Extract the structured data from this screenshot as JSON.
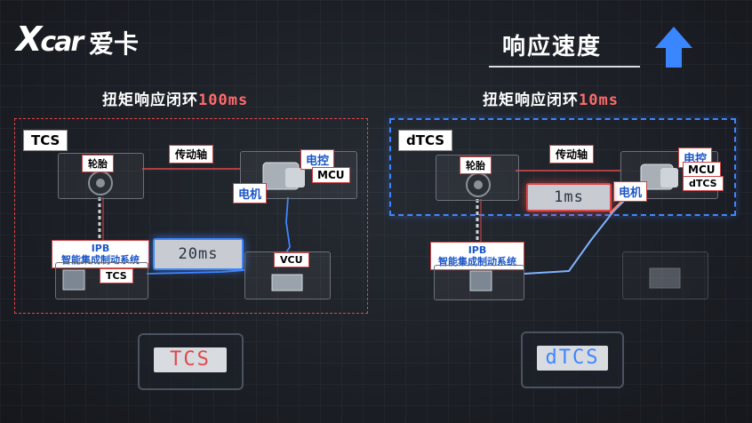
{
  "logo": {
    "mark": "X",
    "tail": "car",
    "chinese": "爱卡"
  },
  "header": {
    "speed_title": "响应速度"
  },
  "left": {
    "heading_prefix": "扭矩响应闭环",
    "heading_value": "100ms",
    "tag": "TCS",
    "wheel": "轮胎",
    "shaft": "传动轴",
    "motor": "电机",
    "ecu": "电控",
    "mcu": "MCU",
    "ipb_line1": "IPB",
    "ipb_line2": "智能集成制动系统",
    "tcs_small": "TCS",
    "latency": "20ms",
    "vcu": "VCU",
    "bottom_badge": "TCS"
  },
  "right": {
    "heading_prefix": "扭矩响应闭环",
    "heading_value": "10ms",
    "tag": "dTCS",
    "wheel": "轮胎",
    "shaft": "传动轴",
    "motor": "电机",
    "ecu": "电控",
    "mcu": "MCU",
    "dtcs_small": "dTCS",
    "ipb_line1": "IPB",
    "ipb_line2": "智能集成制动系统",
    "latency": "1ms",
    "bottom_badge": "dTCS"
  },
  "colors": {
    "red": "#e0484a",
    "blue": "#3e86ff",
    "arrow": "#3a86ff",
    "highlight": "#ff6a6a"
  }
}
